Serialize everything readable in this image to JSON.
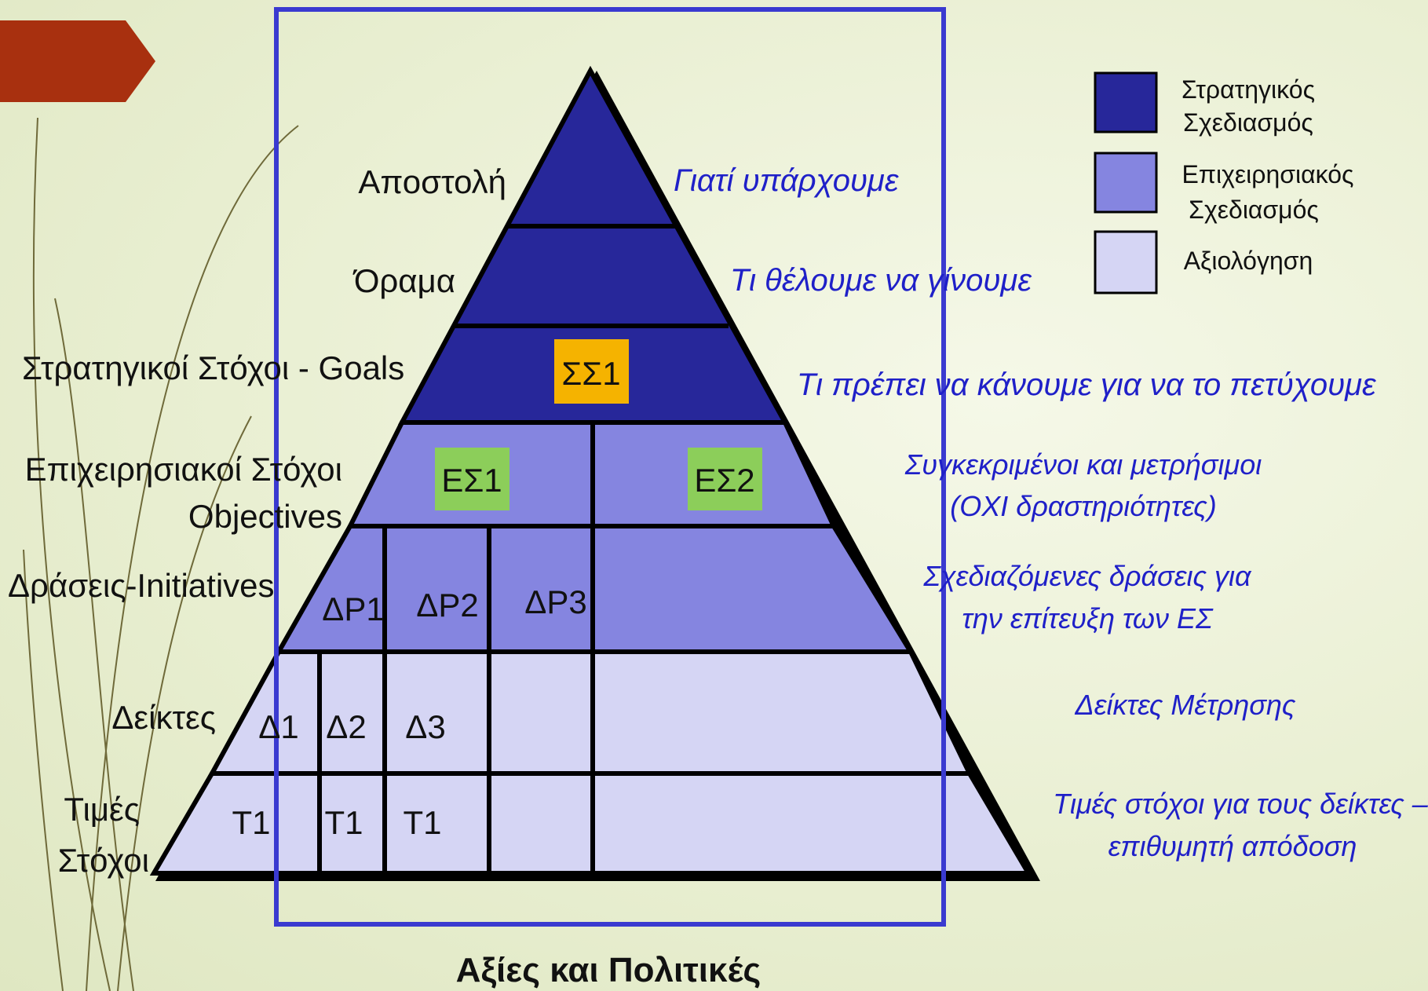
{
  "colors": {
    "strategic": "#27279a",
    "operational": "#8585e0",
    "evaluation": "#d5d5f4",
    "goal_badge": "#f5b300",
    "objective_badge": "#8cce5a",
    "frame": "#3a3ad0",
    "right_text": "#1f20c8",
    "tab": "#a8300f"
  },
  "legend": [
    {
      "line1": "Στρατηγικός",
      "line2": "Σχεδιασμός"
    },
    {
      "line1": "Επιχειρησιακός",
      "line2": "Σχεδιασμός"
    },
    {
      "line1": "Αξιολόγηση",
      "line2": ""
    }
  ],
  "levels_left": {
    "mission": "Αποστολή",
    "vision": "Όραμα",
    "strategic_goals": "Στρατηγικοί  Στόχοι  - Goals",
    "objectives_line1": "Επιχειρησιακοί  Στόχοι",
    "objectives_line2": "Objectives",
    "initiatives": "Δράσεις-Initiatives",
    "indicators": "Δείκτες",
    "targets_line1": "Τιμές",
    "targets_line2": "Στόχοι"
  },
  "levels_right": {
    "mission": "Γιατί υπάρχουμε",
    "vision": "Τι θέλουμε να γίνουμε",
    "strategic_goals": "Τι πρέπει να κάνουμε για να το πετύχουμε",
    "objectives_line1": "Συγκεκριμένοι και μετρήσιμοι",
    "objectives_line2": "(ΟΧΙ δραστηριότητες)",
    "initiatives_line1": "Σχεδιαζόμενες δράσεις για",
    "initiatives_line2": "την επίτευξη των ΕΣ",
    "indicators": "Δείκτες Μέτρησης",
    "targets_line1": "Τιμές στόχοι για τους δείκτες –",
    "targets_line2": "επιθυμητή απόδοση"
  },
  "cells": {
    "goal": "ΣΣ1",
    "objective_1": "ΕΣ1",
    "objective_2": "ΕΣ2",
    "initiative_1": "ΔΡ1",
    "initiative_2": "ΔΡ2",
    "initiative_3": "ΔΡ3",
    "indicator_1": "Δ1",
    "indicator_2": "Δ2",
    "indicator_3": "Δ3",
    "target_1": "Τ1",
    "target_2": "Τ1",
    "target_3": "Τ1"
  },
  "bottom_label": "Αξίες και Πολιτικές"
}
